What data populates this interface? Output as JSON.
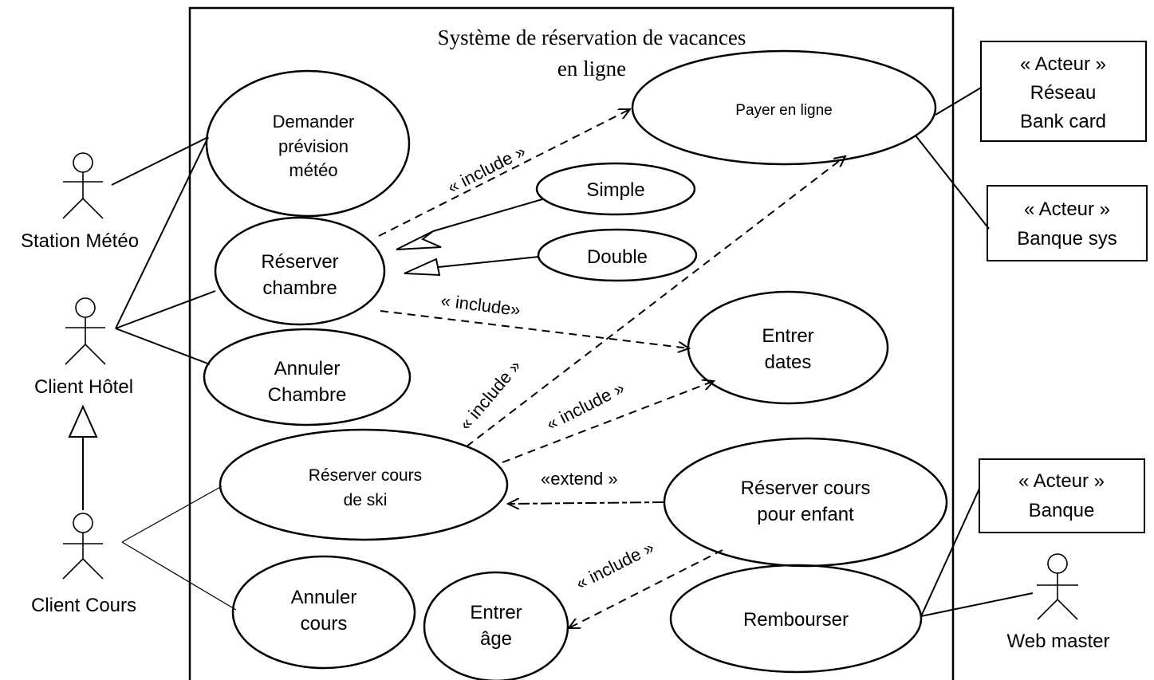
{
  "system": {
    "title_lines": [
      "Système de réservation de vacances",
      "en ligne"
    ]
  },
  "use_cases": {
    "demander_prevision": [
      "Demander",
      "prévision",
      "météo"
    ],
    "payer_en_ligne": [
      "Payer en ligne"
    ],
    "simple": [
      "Simple"
    ],
    "double": [
      "Double"
    ],
    "reserver_chambre": [
      "Réserver",
      "chambre"
    ],
    "entrer_dates": [
      "Entrer",
      "dates"
    ],
    "annuler_chambre": [
      "Annuler",
      "Chambre"
    ],
    "reserver_cours_ski": [
      "Réserver cours",
      "de ski"
    ],
    "reserver_cours_enfant": [
      "Réserver cours",
      "pour enfant"
    ],
    "annuler_cours": [
      "Annuler",
      "cours"
    ],
    "entrer_age": [
      "Entrer",
      "âge"
    ],
    "rembourser": [
      "Rembourser"
    ]
  },
  "actors": {
    "station_meteo": "Station Météo",
    "client_hotel": "Client Hôtel",
    "client_cours": "Client Cours",
    "web_master": "Web master"
  },
  "external_actors": {
    "reseau_bank_card": [
      "« Acteur »",
      "Réseau",
      "Bank card"
    ],
    "banque_sys": [
      "« Acteur »",
      "Banque sys"
    ],
    "banque": [
      "« Acteur »",
      "Banque"
    ]
  },
  "relation_labels": {
    "include_payer": "« include »",
    "include_dates": "« include»",
    "include_ski_payer": "« include »",
    "include_ski_dates": "« include »",
    "extend_enfant": "«extend »",
    "include_age": "« include »"
  }
}
